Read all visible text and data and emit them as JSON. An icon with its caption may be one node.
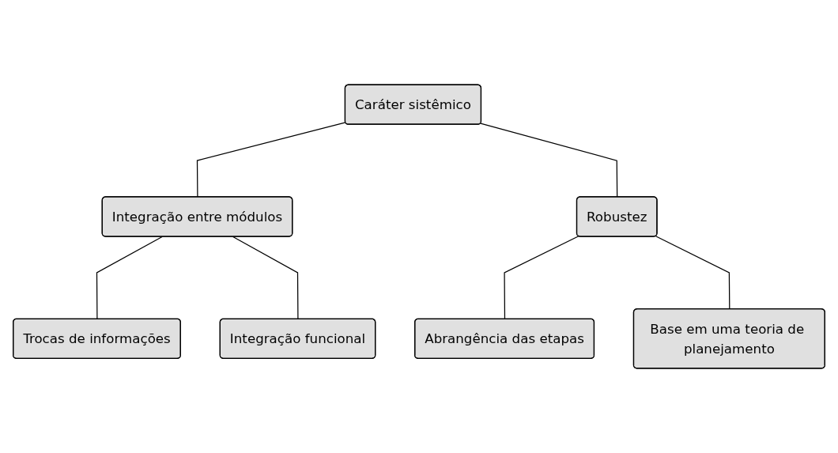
{
  "diagram": {
    "nodes": [
      {
        "text": [
          "Caráter sistêmico"
        ]
      },
      {
        "text": [
          "Integração entre módulos"
        ]
      },
      {
        "text": [
          "Robustez"
        ]
      },
      {
        "text": [
          "Trocas de informações"
        ]
      },
      {
        "text": [
          "Integração funcional"
        ]
      },
      {
        "text": [
          "Abrangência das etapas"
        ]
      },
      {
        "text": [
          "Base em uma teoria de planejamento"
        ]
      }
    ],
    "edges": [
      {
        "from": 0,
        "to": 1,
        "arrow": "none"
      },
      {
        "from": 0,
        "to": 2,
        "arrow": "none"
      },
      {
        "from": 1,
        "to": 3,
        "arrow": "none"
      },
      {
        "from": 1,
        "to": 4,
        "arrow": "none"
      },
      {
        "from": 2,
        "to": 5,
        "arrow": "none"
      },
      {
        "from": 2,
        "to": 6,
        "arrow": "none"
      }
    ]
  }
}
